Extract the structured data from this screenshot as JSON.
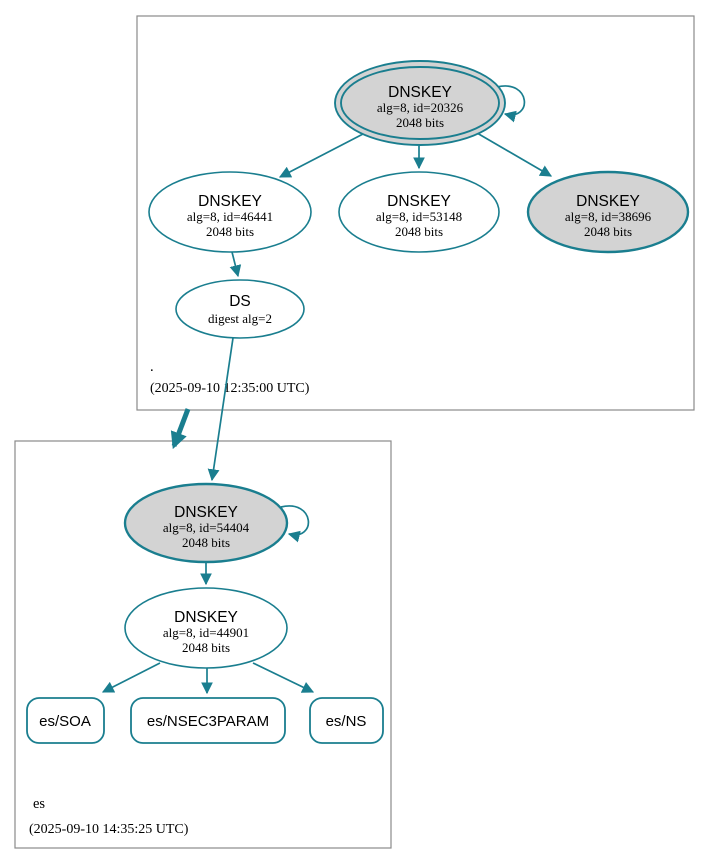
{
  "diagram": {
    "type": "dnssec-authentication-chain-graph",
    "colors": {
      "edge_teal": "#1a7e8f",
      "node_gray_fill": "#d3d3d3",
      "node_white_fill": "#ffffff",
      "zone_box_border": "#8a8a8a",
      "text": "#000000"
    },
    "root_zone": {
      "label": ".",
      "timestamp": "(2025-09-10 12:35:00 UTC)",
      "ksk_20326": {
        "rrtype": "DNSKEY",
        "params": "alg=8, id=20326",
        "size": "2048 bits"
      },
      "key_46441": {
        "rrtype": "DNSKEY",
        "params": "alg=8, id=46441",
        "size": "2048 bits"
      },
      "key_53148": {
        "rrtype": "DNSKEY",
        "params": "alg=8, id=53148",
        "size": "2048 bits"
      },
      "key_38696": {
        "rrtype": "DNSKEY",
        "params": "alg=8, id=38696",
        "size": "2048 bits"
      },
      "ds": {
        "rrtype": "DS",
        "params": "digest alg=2"
      }
    },
    "es_zone": {
      "label": "es",
      "timestamp": "(2025-09-10 14:35:25 UTC)",
      "ksk_54404": {
        "rrtype": "DNSKEY",
        "params": "alg=8, id=54404",
        "size": "2048 bits"
      },
      "zsk_44901": {
        "rrtype": "DNSKEY",
        "params": "alg=8, id=44901",
        "size": "2048 bits"
      },
      "rrsets": [
        {
          "label": "es/SOA"
        },
        {
          "label": "es/NSEC3PARAM"
        },
        {
          "label": "es/NS"
        }
      ]
    }
  }
}
